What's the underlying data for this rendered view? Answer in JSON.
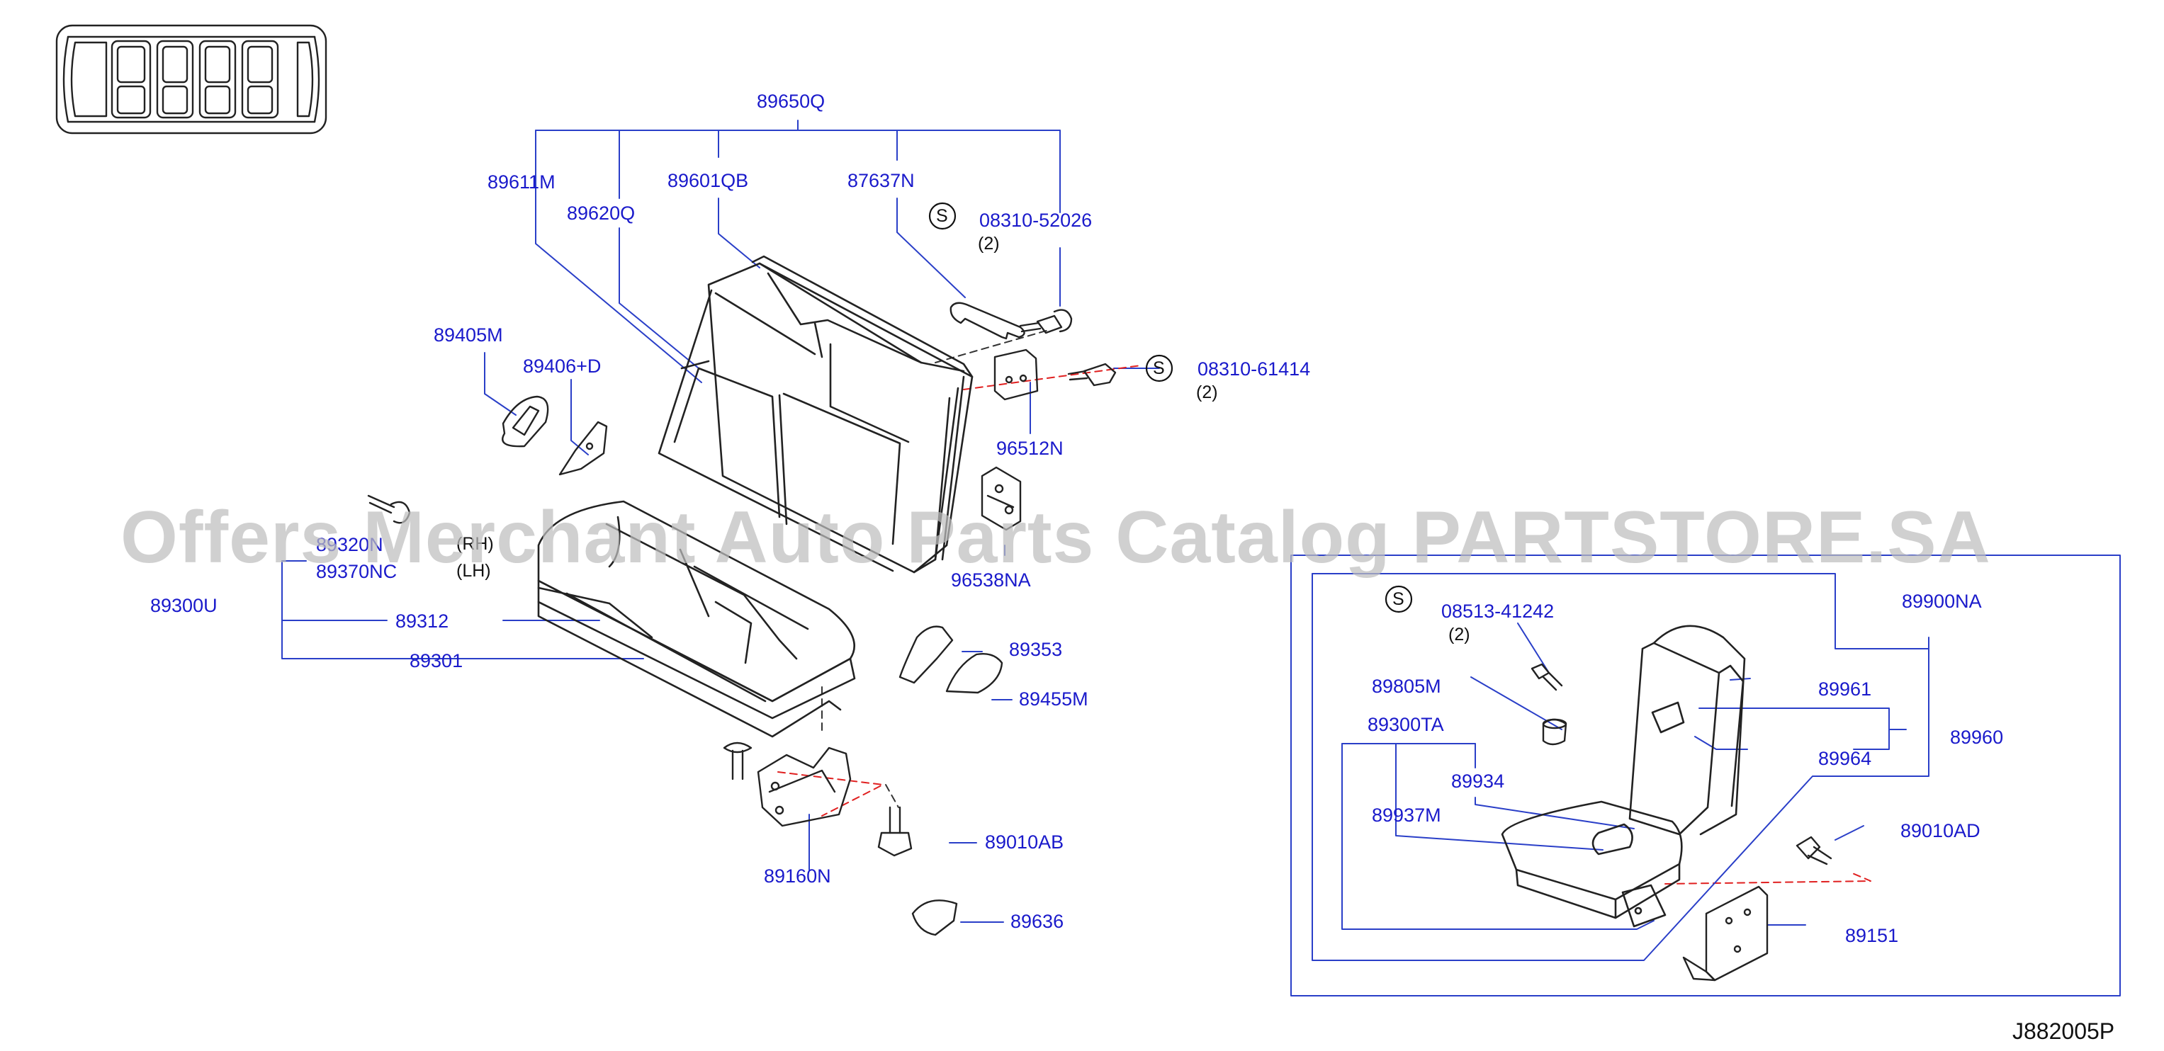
{
  "labels": {
    "p89650Q": "89650Q",
    "p89611M": "89611M",
    "p89620Q": "89620Q",
    "p89601QB": "89601QB",
    "p87637N": "87637N",
    "p08310_52026": "08310-52026",
    "qty_52026": "(2)",
    "p08310_61414": "08310-61414",
    "qty_61414": "(2)",
    "p89405M": "89405M",
    "p89406D": "89406+D",
    "p96512N": "96512N",
    "p96538NA": "96538NA",
    "p89320N": "89320N",
    "p89370NC": "89370NC",
    "rh": "(RH)",
    "lh": "(LH)",
    "p89300U": "89300U",
    "p89312": "89312",
    "p89301": "89301",
    "p89353": "89353",
    "p89455M": "89455M",
    "p89010AB": "89010AB",
    "p89160N": "89160N",
    "p89636": "89636",
    "p89900NA": "89900NA",
    "p08513_41242": "08513-41242",
    "qty_41242": "(2)",
    "p89805M": "89805M",
    "p89300TA": "89300TA",
    "p89934": "89934",
    "p89937M": "89937M",
    "p89961": "89961",
    "p89964": "89964",
    "p89960": "89960",
    "p89010AD": "89010AD",
    "p89151": "89151"
  },
  "screw_symbol": "S",
  "diagram_id": "J882005P",
  "watermark": "Offers Merchant Auto Parts Catalog PARTSTORE.SA",
  "colors": {
    "label": "#1a1acb",
    "leader": "#2a3fc8",
    "part_line": "#222222",
    "dash_red": "#e02020",
    "watermark": "#bebebe"
  },
  "icons": {
    "vehicle": "vehicle-top-view-icon",
    "screw": "screw-symbol-icon"
  }
}
